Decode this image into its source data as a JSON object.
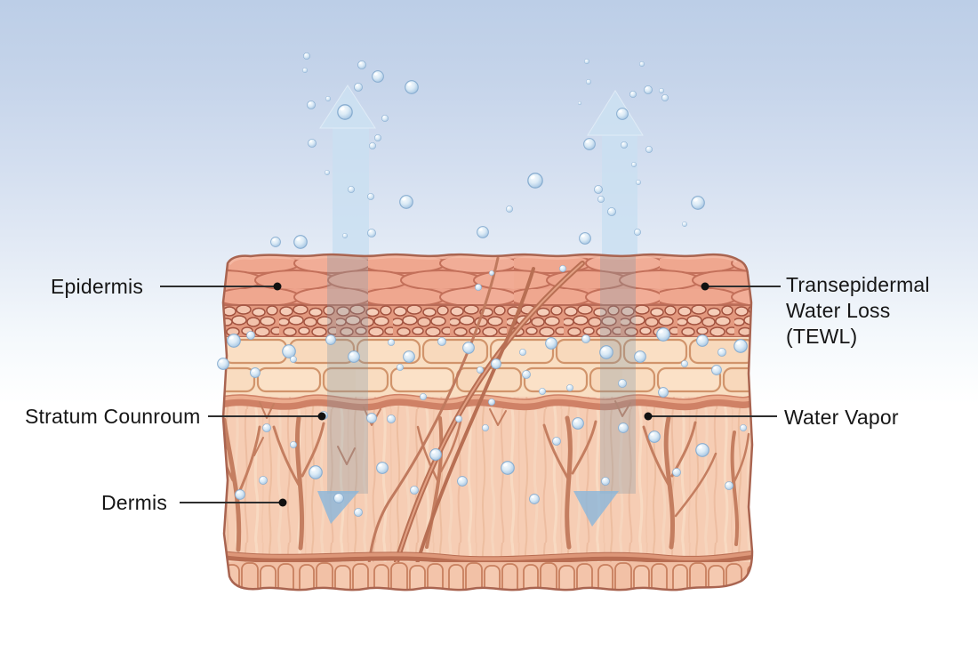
{
  "title": "Transepidermal Water Loss (TEWL) skin cross-section diagram",
  "labels": {
    "epidermis": "Epidermis",
    "stratum_counroum": "Stratum Counroum",
    "dermis": "Dermis",
    "tewl": {
      "lines": [
        "Transepidermal",
        "Water Loss",
        "(TEWL)"
      ]
    },
    "water_vapor": "Water Vapor"
  },
  "colors": {
    "sky_top": "#bccee7",
    "sky_bottom": "#ffffff",
    "arrow_blue": "#cadff1",
    "arrowhead_down_blue": "#8ab7dc",
    "bubble_blue": "#b5d0e8",
    "skin_surface": "#eda28b",
    "pebble_layer": "#e3997f",
    "cell_layer": "#f9dec2",
    "dermis": "#f6cdb4",
    "vessel": "#c47e60",
    "leader_line": "#2e2e2e",
    "label_text": "#161616"
  },
  "illustration": {
    "arrow_direction": "up",
    "sky_bubbles": [
      [
        345,
        63,
        4
      ],
      [
        407,
        73,
        5
      ],
      [
        343,
        79,
        3
      ],
      [
        425,
        86,
        7
      ],
      [
        463,
        98,
        8
      ],
      [
        403,
        98,
        5
      ],
      [
        388,
        126,
        9
      ],
      [
        350,
        118,
        5
      ],
      [
        369,
        111,
        3
      ],
      [
        433,
        133,
        4
      ],
      [
        351,
        161,
        5
      ],
      [
        425,
        155,
        4
      ],
      [
        419,
        164,
        4
      ],
      [
        368,
        194,
        3
      ],
      [
        395,
        213,
        4
      ],
      [
        417,
        221,
        4
      ],
      [
        457,
        227,
        8
      ],
      [
        388,
        265,
        3
      ],
      [
        418,
        262,
        5
      ],
      [
        338,
        272,
        8
      ],
      [
        573,
        235,
        4
      ],
      [
        543,
        261,
        7
      ],
      [
        602,
        203,
        9
      ],
      [
        660,
        69,
        3
      ],
      [
        662,
        92,
        3
      ],
      [
        652,
        116,
        2
      ],
      [
        663,
        162,
        7
      ],
      [
        673,
        213,
        5
      ],
      [
        676,
        224,
        4
      ],
      [
        688,
        238,
        5
      ],
      [
        700,
        128,
        7
      ],
      [
        702,
        163,
        4
      ],
      [
        712,
        106,
        4
      ],
      [
        722,
        72,
        3
      ],
      [
        729,
        101,
        5
      ],
      [
        744,
        102,
        3
      ],
      [
        748,
        110,
        4
      ],
      [
        730,
        168,
        4
      ],
      [
        713,
        185,
        3
      ],
      [
        718,
        205,
        3
      ],
      [
        717,
        261,
        4
      ],
      [
        658,
        268,
        7
      ],
      [
        785,
        228,
        8
      ],
      [
        770,
        252,
        3
      ],
      [
        310,
        272,
        6
      ]
    ],
    "skin_bubbles": [
      [
        538,
        323,
        4
      ],
      [
        633,
        302,
        4
      ],
      [
        553,
        307,
        3
      ],
      [
        263,
        383,
        8
      ],
      [
        282,
        377,
        5
      ],
      [
        325,
        395,
        8
      ],
      [
        330,
        404,
        4
      ],
      [
        372,
        382,
        6
      ],
      [
        398,
        401,
        7
      ],
      [
        440,
        385,
        4
      ],
      [
        460,
        401,
        7
      ],
      [
        497,
        384,
        5
      ],
      [
        527,
        391,
        7
      ],
      [
        558,
        409,
        6
      ],
      [
        588,
        396,
        4
      ],
      [
        620,
        386,
        7
      ],
      [
        659,
        381,
        5
      ],
      [
        682,
        396,
        8
      ],
      [
        720,
        401,
        7
      ],
      [
        746,
        376,
        8
      ],
      [
        790,
        383,
        7
      ],
      [
        812,
        396,
        5
      ],
      [
        833,
        389,
        8
      ],
      [
        806,
        416,
        6
      ],
      [
        770,
        409,
        4
      ],
      [
        540,
        416,
        4
      ],
      [
        592,
        421,
        5
      ],
      [
        450,
        413,
        4
      ],
      [
        251,
        409,
        7
      ],
      [
        287,
        419,
        6
      ],
      [
        300,
        481,
        5
      ],
      [
        330,
        500,
        4
      ],
      [
        355,
        531,
        8
      ],
      [
        381,
        560,
        6
      ],
      [
        403,
        576,
        5
      ],
      [
        430,
        526,
        7
      ],
      [
        466,
        551,
        5
      ],
      [
        490,
        511,
        7
      ],
      [
        520,
        541,
        6
      ],
      [
        546,
        481,
        4
      ],
      [
        571,
        526,
        8
      ],
      [
        601,
        561,
        6
      ],
      [
        626,
        496,
        5
      ],
      [
        650,
        476,
        7
      ],
      [
        681,
        541,
        5
      ],
      [
        701,
        481,
        6
      ],
      [
        736,
        491,
        7
      ],
      [
        761,
        531,
        5
      ],
      [
        790,
        506,
        8
      ],
      [
        820,
        546,
        5
      ],
      [
        836,
        481,
        4
      ],
      [
        270,
        556,
        6
      ],
      [
        440,
        471,
        5
      ],
      [
        516,
        471,
        4
      ],
      [
        700,
        431,
        5
      ],
      [
        746,
        441,
        6
      ],
      [
        641,
        436,
        4
      ],
      [
        476,
        446,
        4
      ],
      [
        418,
        470,
        6
      ],
      [
        296,
        540,
        5
      ],
      [
        364,
        467,
        5
      ],
      [
        610,
        440,
        4
      ],
      [
        553,
        452,
        4
      ]
    ]
  }
}
